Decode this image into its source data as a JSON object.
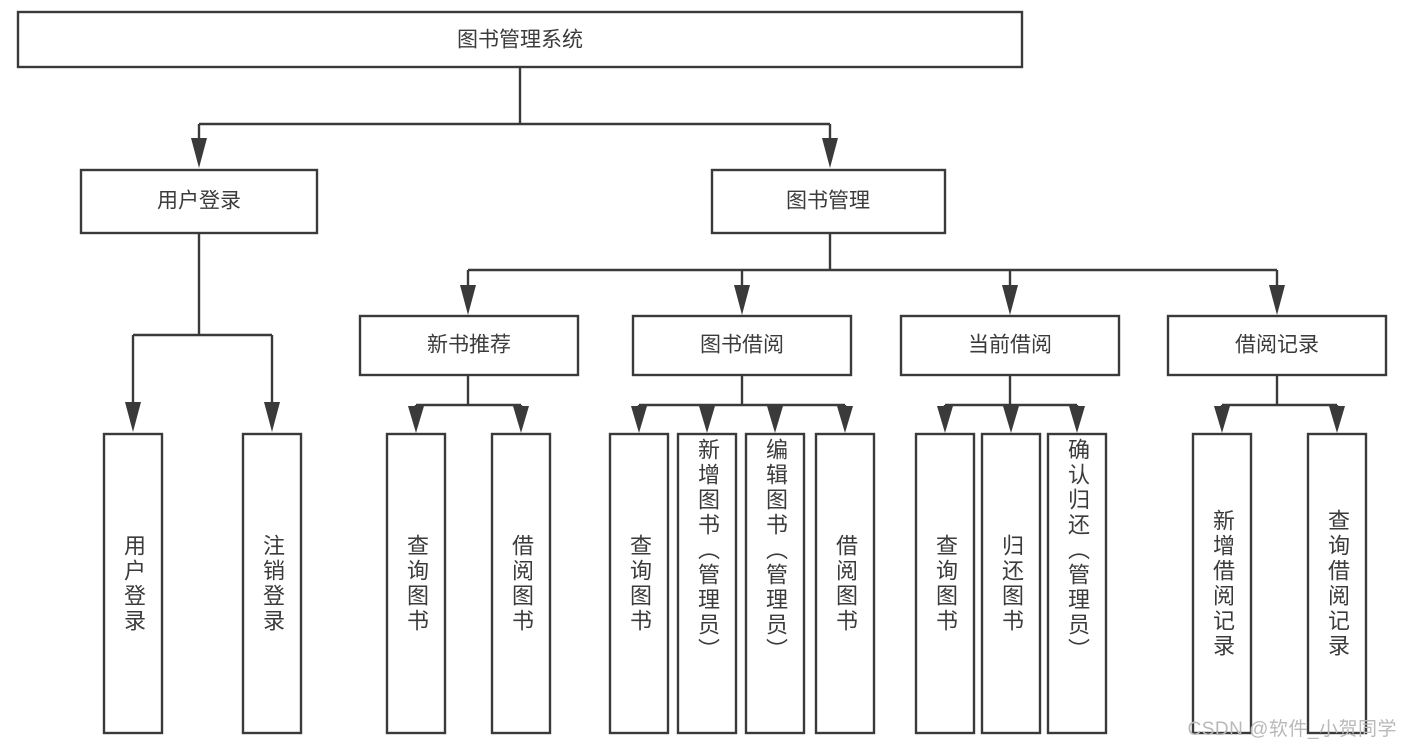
{
  "diagram": {
    "type": "hierarchy-tree",
    "title": "图书管理系统",
    "root": {
      "label": "图书管理系统"
    },
    "level2": [
      {
        "label": "用户登录"
      },
      {
        "label": "图书管理"
      }
    ],
    "level3": [
      {
        "label": "新书推荐"
      },
      {
        "label": "图书借阅"
      },
      {
        "label": "当前借阅"
      },
      {
        "label": "借阅记录"
      }
    ],
    "leaves": {
      "user_login": [
        {
          "label": "用户登录"
        },
        {
          "label": "注销登录"
        }
      ],
      "new_book_recommend": [
        {
          "label": "查询图书"
        },
        {
          "label": "借阅图书"
        }
      ],
      "book_borrow": [
        {
          "label": "查询图书"
        },
        {
          "label": "新增图书（管理员）"
        },
        {
          "label": "编辑图书（管理员）"
        },
        {
          "label": "借阅图书"
        }
      ],
      "current_borrow": [
        {
          "label": "查询图书"
        },
        {
          "label": "归还图书"
        },
        {
          "label": "确认归还（管理员）"
        }
      ],
      "borrow_record": [
        {
          "label": "新增借阅记录"
        },
        {
          "label": "查询借阅记录"
        }
      ]
    },
    "watermark": "CSDN @软件_小贺同学",
    "colors": {
      "stroke": "#3a3a3a",
      "text": "#3b3b3b",
      "background": "#ffffff",
      "watermark": "#b9b9b9"
    }
  }
}
